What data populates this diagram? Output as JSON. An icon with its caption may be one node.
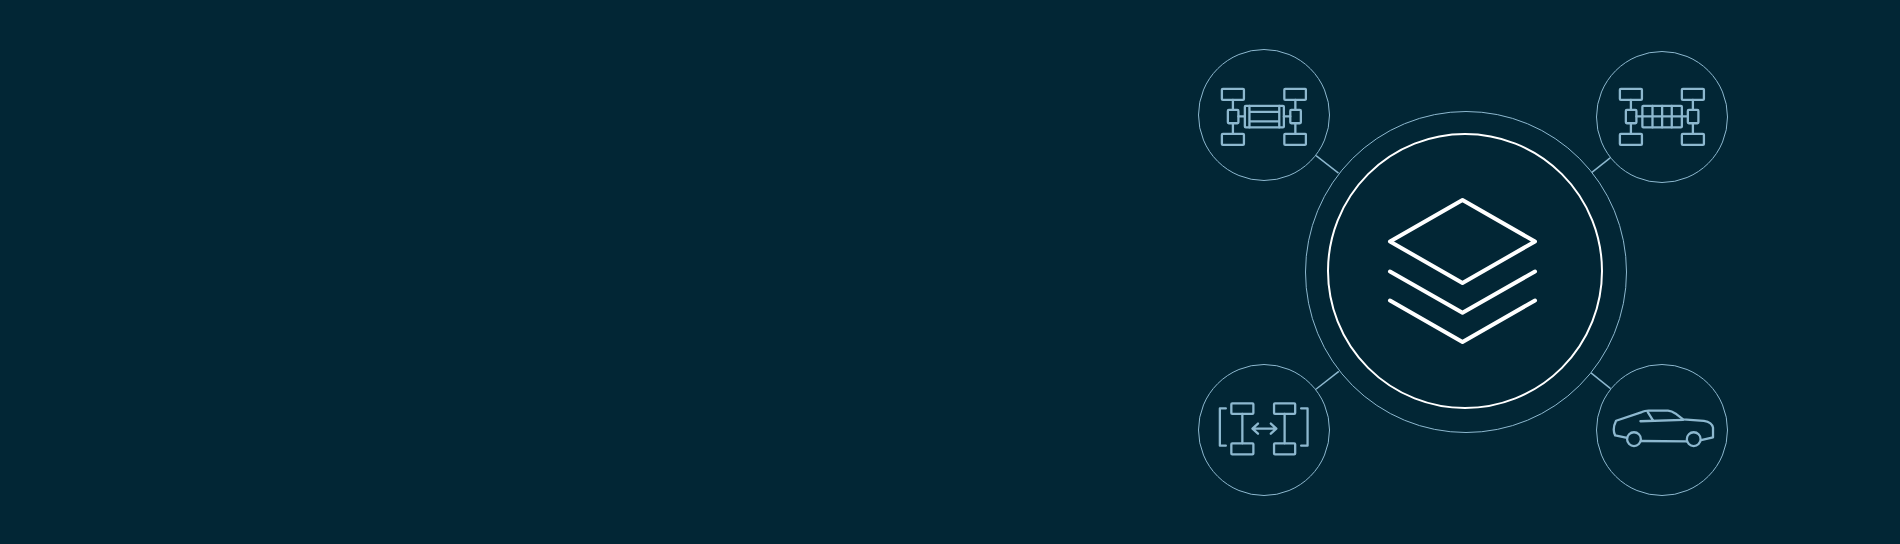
{
  "diagram": {
    "nodes": [
      {
        "text": [],
        "shape": "circle"
      },
      {
        "text": [],
        "shape": "circle"
      },
      {
        "text": [],
        "shape": "circle"
      },
      {
        "text": [],
        "shape": "circle",
        "in": 2
      },
      {
        "text": [],
        "shape": "circle"
      },
      {
        "text": [],
        "shape": "circle"
      }
    ],
    "edges": [
      {
        "from": 0,
        "to": 2,
        "arrow": "none"
      },
      {
        "from": 1,
        "to": 2,
        "arrow": "none"
      },
      {
        "from": 4,
        "to": 2,
        "arrow": "none"
      },
      {
        "from": 5,
        "to": 2,
        "arrow": "none"
      }
    ]
  }
}
